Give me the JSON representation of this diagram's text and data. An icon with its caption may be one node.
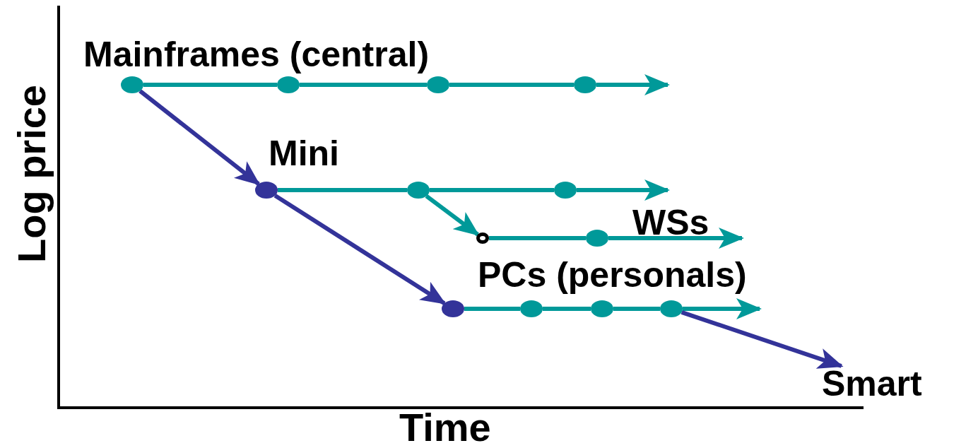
{
  "diagram": {
    "nodes": [
      {
        "text": [],
        "shape": "circle"
      },
      {
        "text": [],
        "shape": "circle"
      },
      {
        "text": [],
        "shape": "circle"
      },
      {
        "text": [],
        "shape": "circle"
      },
      {
        "text": [],
        "shape": "circle"
      },
      {
        "text": [],
        "shape": "circle"
      },
      {
        "text": [],
        "shape": "circle"
      },
      {
        "text": [],
        "shape": "circle"
      },
      {
        "text": [],
        "shape": "circle"
      },
      {
        "text": [],
        "shape": "circle"
      },
      {
        "text": [],
        "shape": "circle"
      },
      {
        "text": [],
        "shape": "circle"
      },
      {
        "text": [],
        "shape": "circle"
      },
      {
        "text": [
          "Smart"
        ]
      }
    ],
    "edges": [
      {
        "from": 0,
        "to": 1,
        "arrow": "none"
      },
      {
        "from": 1,
        "to": 2,
        "arrow": "none"
      },
      {
        "from": 2,
        "to": 3,
        "arrow": "none"
      },
      {
        "from": 3,
        "to": null,
        "arrow": "to"
      },
      {
        "from": 0,
        "to": 4,
        "arrow": "to",
        "color": "#333399"
      },
      {
        "from": 4,
        "to": 5,
        "arrow": "none"
      },
      {
        "from": 5,
        "to": 6,
        "arrow": "none"
      },
      {
        "from": 6,
        "to": null,
        "arrow": "to"
      },
      {
        "from": 5,
        "to": 7,
        "arrow": "to"
      },
      {
        "from": 7,
        "to": 8,
        "arrow": "none"
      },
      {
        "from": 8,
        "to": null,
        "arrow": "to"
      },
      {
        "from": 4,
        "to": 9,
        "arrow": "to",
        "color": "#333399"
      },
      {
        "from": 9,
        "to": 10,
        "arrow": "none"
      },
      {
        "from": 10,
        "to": 11,
        "arrow": "none"
      },
      {
        "from": 11,
        "to": 12,
        "arrow": "none"
      },
      {
        "from": 12,
        "to": null,
        "arrow": "to"
      },
      {
        "from": 12,
        "to": 13,
        "arrow": "to",
        "color": "#333399"
      }
    ],
    "labels": [
      "Log price",
      "Mainframes (central)",
      "Mini",
      "WSs",
      "PCs (personals)",
      "Time"
    ]
  }
}
